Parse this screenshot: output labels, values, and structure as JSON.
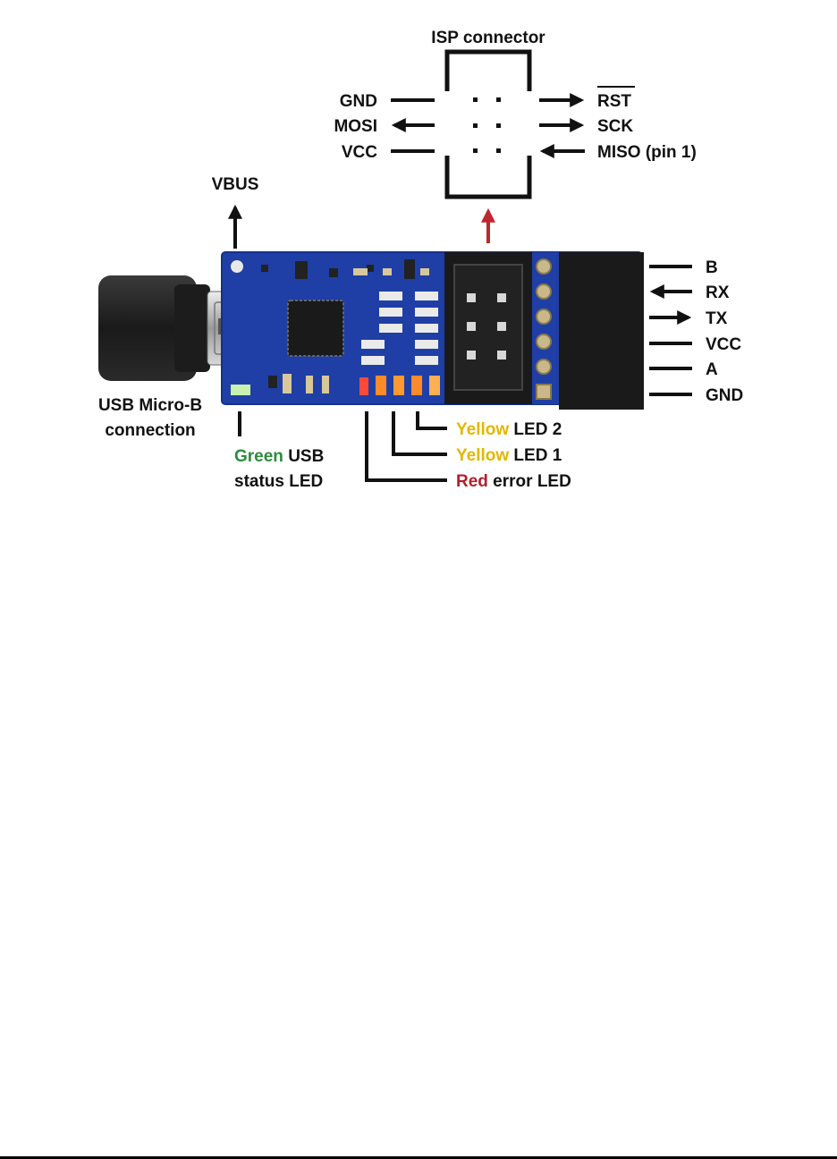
{
  "isp": {
    "title": "ISP connector",
    "left_pins": [
      "GND",
      "MOSI",
      "VCC"
    ],
    "right_pins": [
      "RST",
      "SCK",
      "MISO (pin 1)"
    ]
  },
  "vbus": "VBUS",
  "serial_pins": [
    "B",
    "RX",
    "TX",
    "VCC",
    "A",
    "GND"
  ],
  "usb": {
    "line1": "USB Micro-B",
    "line2": "connection"
  },
  "green_led": {
    "color_word": "Green",
    "line1_rest": " USB",
    "line2": "status LED"
  },
  "leds": [
    {
      "color_word": "Yellow",
      "rest": " LED 2"
    },
    {
      "color_word": "Yellow",
      "rest": " LED 1"
    },
    {
      "color_word": "Red",
      "rest": " error LED"
    }
  ],
  "colors": {
    "pcb": "#1f3fa6",
    "green_text": "#2e8b3c",
    "yellow_text": "#e3b700",
    "red_text": "#b3202a",
    "red_arrow": "#c0272d"
  }
}
